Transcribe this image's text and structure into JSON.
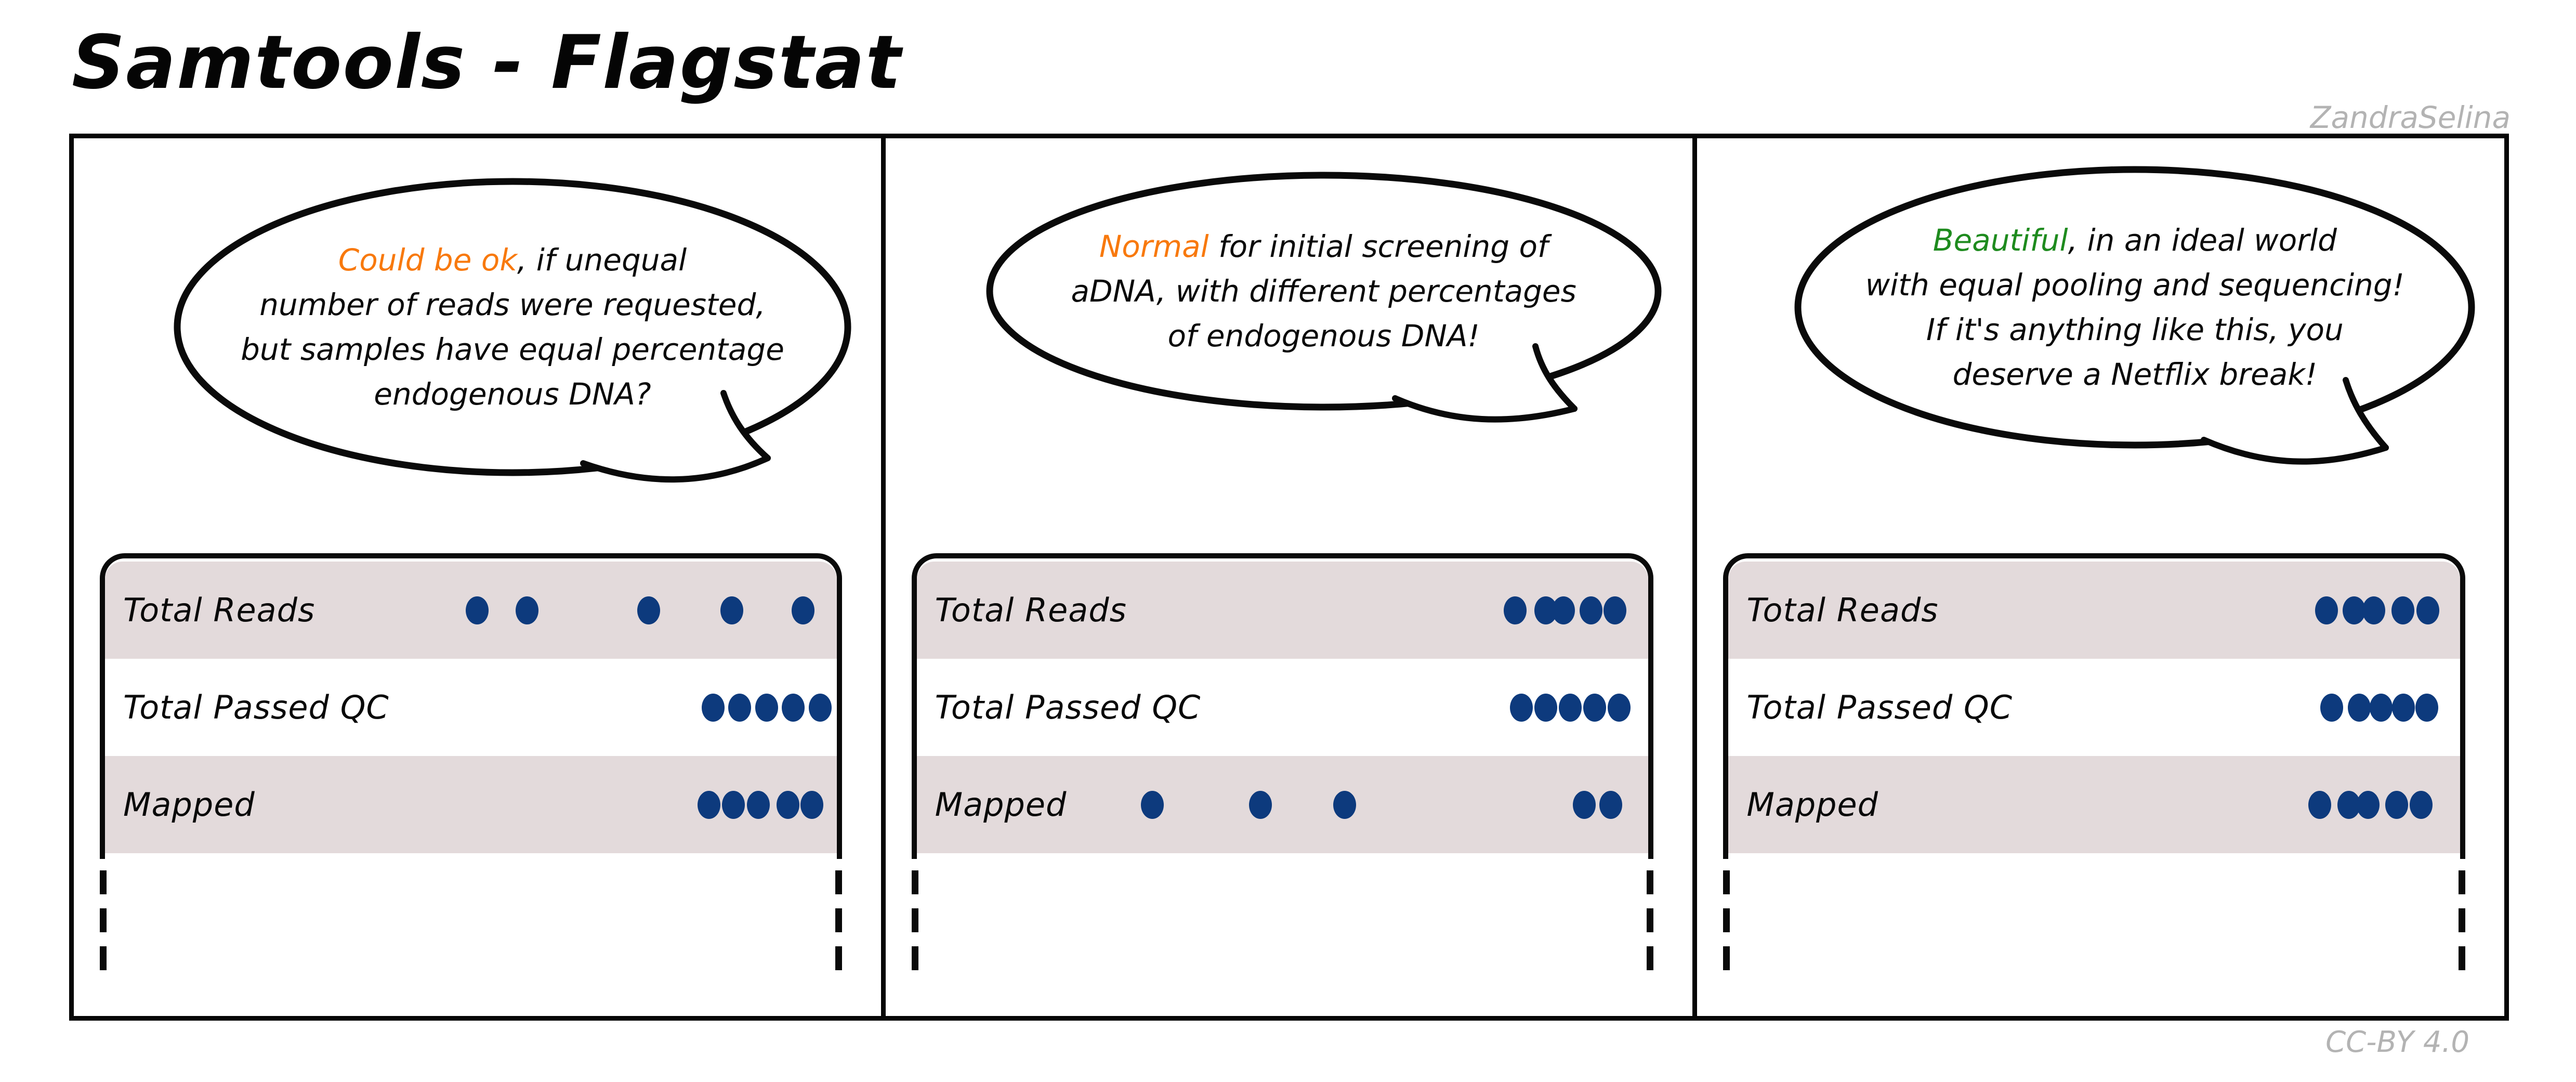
{
  "title": "Samtools - Flagstat",
  "credits": {
    "artist": "ZandraSelina",
    "license": "CC-BY 4.0"
  },
  "colors": {
    "ink": "#0a0a0a",
    "dot_blue": "#0d3a7d",
    "row_shade": "#e3dadb",
    "highlight_orange": "#f8790d",
    "highlight_green": "#1e8b1e",
    "credit_gray": "#b3b3b3"
  },
  "row_labels": [
    "Total Reads",
    "Total Passed QC",
    "Mapped"
  ],
  "panels": [
    {
      "name": "panel-1",
      "bubble_lines": [
        [
          {
            "text": "Could be ok",
            "color": "#f8790d"
          },
          {
            "text": ", if unequal",
            "color": "#090909"
          }
        ],
        [
          {
            "text": "number of reads were requested,",
            "color": "#090909"
          }
        ],
        [
          {
            "text": "but samples have equal percentage",
            "color": "#090909"
          }
        ],
        [
          {
            "text": "endogenous DNA?",
            "color": "#090909"
          }
        ]
      ],
      "rows": [
        {
          "label": "Total Reads",
          "dots_x": [
            716,
            812,
            1046,
            1206,
            1343
          ]
        },
        {
          "label": "Total Passed QC",
          "dots_x": [
            1170,
            1221,
            1273,
            1324,
            1376
          ]
        },
        {
          "label": "Mapped",
          "dots_x": [
            1162,
            1209,
            1257,
            1314,
            1360
          ]
        }
      ]
    },
    {
      "name": "panel-2",
      "bubble_lines": [
        [
          {
            "text": "Normal",
            "color": "#f8790d"
          },
          {
            "text": " for initial screening of",
            "color": "#090909"
          }
        ],
        [
          {
            "text": "aDNA, with different percentages",
            "color": "#090909"
          }
        ],
        [
          {
            "text": "of endogenous DNA!",
            "color": "#090909"
          }
        ]
      ],
      "rows": [
        {
          "label": "Total Reads",
          "dots_x": [
            1151,
            1210,
            1244,
            1297,
            1343
          ]
        },
        {
          "label": "Total Passed QC",
          "dots_x": [
            1163,
            1210,
            1257,
            1304,
            1351
          ]
        },
        {
          "label": "Mapped",
          "dots_x": [
            453,
            661,
            823,
            1284,
            1335
          ]
        }
      ]
    },
    {
      "name": "panel-3",
      "bubble_lines": [
        [
          {
            "text": "Beautiful",
            "color": "#1e8b1e"
          },
          {
            "text": ", in an ideal world",
            "color": "#090909"
          }
        ],
        [
          {
            "text": "with equal pooling and sequencing!",
            "color": "#090909"
          }
        ],
        [
          {
            "text": "If it's anything like this, you",
            "color": "#090909"
          }
        ],
        [
          {
            "text": "deserve a Netflix break!",
            "color": "#090909"
          }
        ]
      ],
      "rows": [
        {
          "label": "Total Reads",
          "dots_x": [
            1151,
            1204,
            1242,
            1298,
            1346
          ]
        },
        {
          "label": "Total Passed QC",
          "dots_x": [
            1161,
            1214,
            1256,
            1299,
            1344
          ]
        },
        {
          "label": "Mapped",
          "dots_x": [
            1138,
            1194,
            1231,
            1286,
            1333
          ]
        }
      ]
    }
  ]
}
